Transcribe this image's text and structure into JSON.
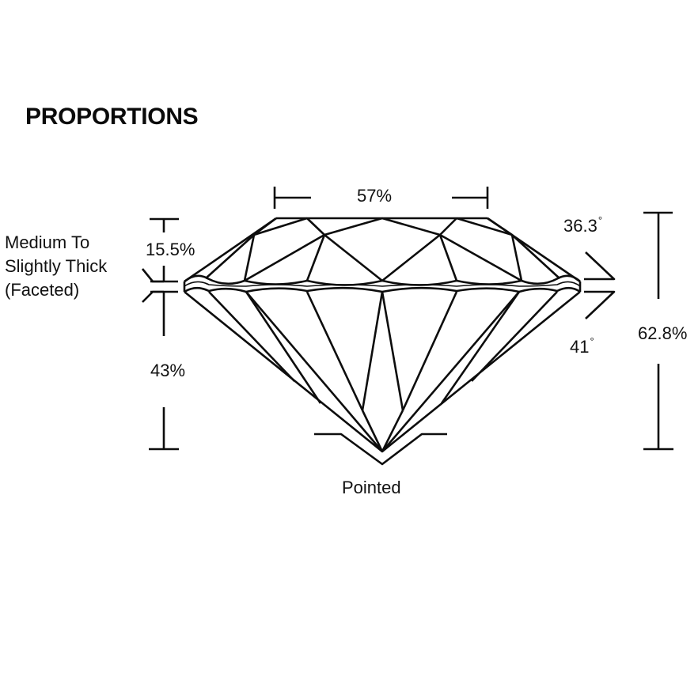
{
  "title": "PROPORTIONS",
  "labels": {
    "table_pct": "57%",
    "crown_height_pct": "15.5%",
    "pavilion_depth_pct": "43%",
    "total_depth_pct": "62.8%",
    "crown_angle": "36.3",
    "pavilion_angle": "41",
    "degree_symbol": "°",
    "culet": "Pointed",
    "girdle_line1": "Medium To",
    "girdle_line2": "Slightly Thick",
    "girdle_line3": "(Faceted)"
  },
  "colors": {
    "stroke": "#0d0d0d",
    "background": "#ffffff",
    "text": "#111111"
  }
}
